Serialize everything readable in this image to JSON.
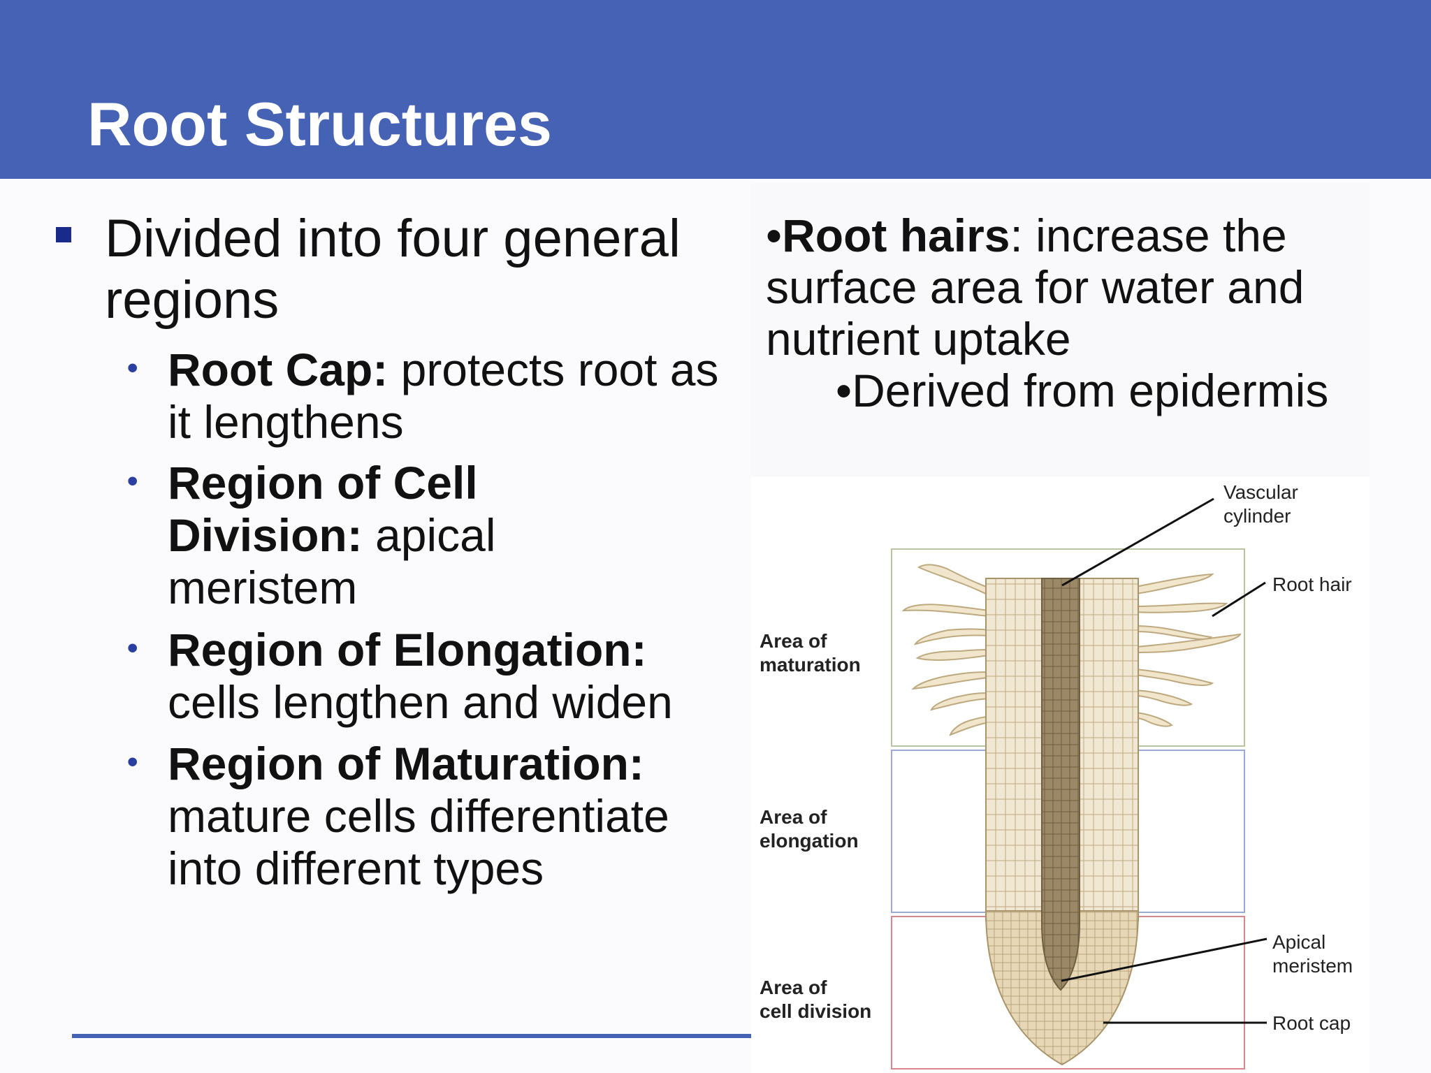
{
  "slide": {
    "title": "Root Structures"
  },
  "left": {
    "main_point": "Divided into four general regions",
    "items": [
      {
        "term": "Root Cap:",
        "desc": " protects root as it lengthens"
      },
      {
        "term": "Region of Cell Division:",
        "desc": " apical meristem"
      },
      {
        "term": "Region of Elongation:",
        "desc": " cells lengthen and widen"
      },
      {
        "term": "Region of Maturation:",
        "desc": " mature cells differentiate into different types"
      }
    ]
  },
  "right": {
    "bullet_char": "•",
    "root_hairs_term": "Root hairs",
    "root_hairs_desc": ": increase the surface area for water and nutrient uptake",
    "sub_point": "Derived from epidermis"
  },
  "diagram": {
    "labels": {
      "vascular_line1": "Vascular",
      "vascular_line2": "cylinder",
      "root_hair": "Root hair",
      "maturation_line1": "Area of",
      "maturation_line2": "maturation",
      "elongation_line1": "Area of",
      "elongation_line2": "elongation",
      "division_line1": "Area of",
      "division_line2": "cell division",
      "apical_line1": "Apical",
      "apical_line2": "meristem",
      "root_cap": "Root cap"
    },
    "colors": {
      "maturation_box": "#b9c4a0",
      "elongation_box": "#9aa9d6",
      "division_box": "#d9868f",
      "cortex": "#f0e8d4",
      "vascular": "#9a8866",
      "root_hair": "#f1e6cc",
      "cap": "#e2d3ae"
    }
  }
}
